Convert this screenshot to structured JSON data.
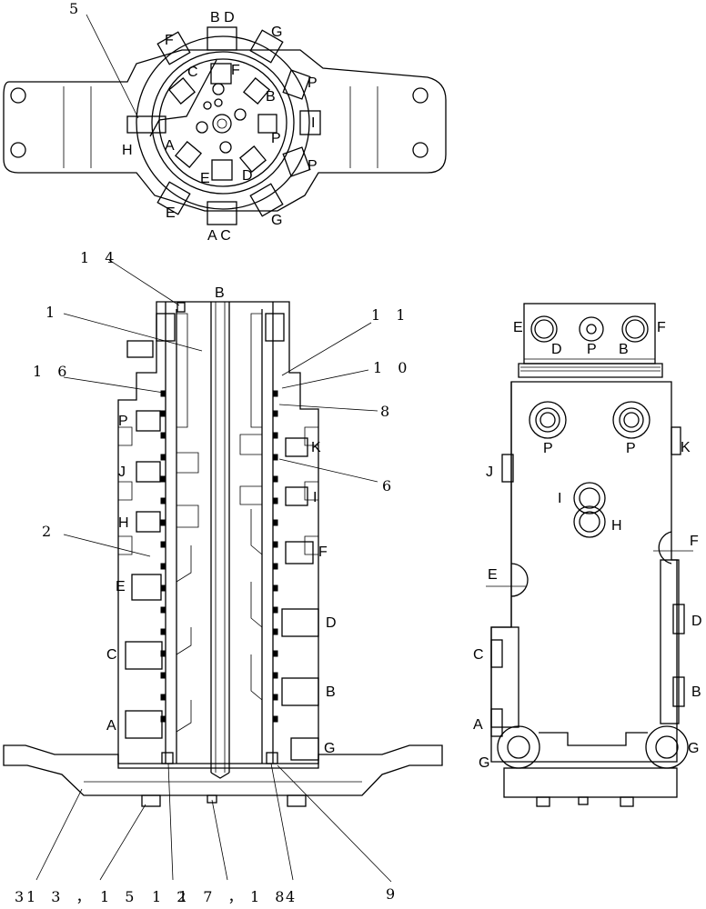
{
  "top_view": {
    "callout": "5",
    "labels": [
      "B D",
      "G",
      "F",
      "C",
      "F",
      "P",
      "B",
      "I",
      "H",
      "A",
      "P",
      "E",
      "D",
      "P",
      "E",
      "G",
      "A C"
    ]
  },
  "front_view": {
    "port_labels": [
      "B",
      "P",
      "K",
      "J",
      "I",
      "H",
      "F",
      "E",
      "D",
      "C",
      "B",
      "A",
      "G"
    ],
    "callouts": [
      "1 4",
      "1",
      "1 1",
      "1 6",
      "1 0",
      "8",
      "6",
      "2",
      "9"
    ],
    "bottom_callouts": [
      "3",
      "1 3 ，",
      "1 5",
      "1 2",
      "1 7 ，",
      "1 8",
      "4"
    ]
  },
  "side_view": {
    "labels": [
      "E",
      "D",
      "P",
      "B",
      "F",
      "P",
      "P",
      "K",
      "J",
      "I",
      "H",
      "F",
      "E",
      "D",
      "C",
      "B",
      "A",
      "G",
      "G"
    ]
  }
}
